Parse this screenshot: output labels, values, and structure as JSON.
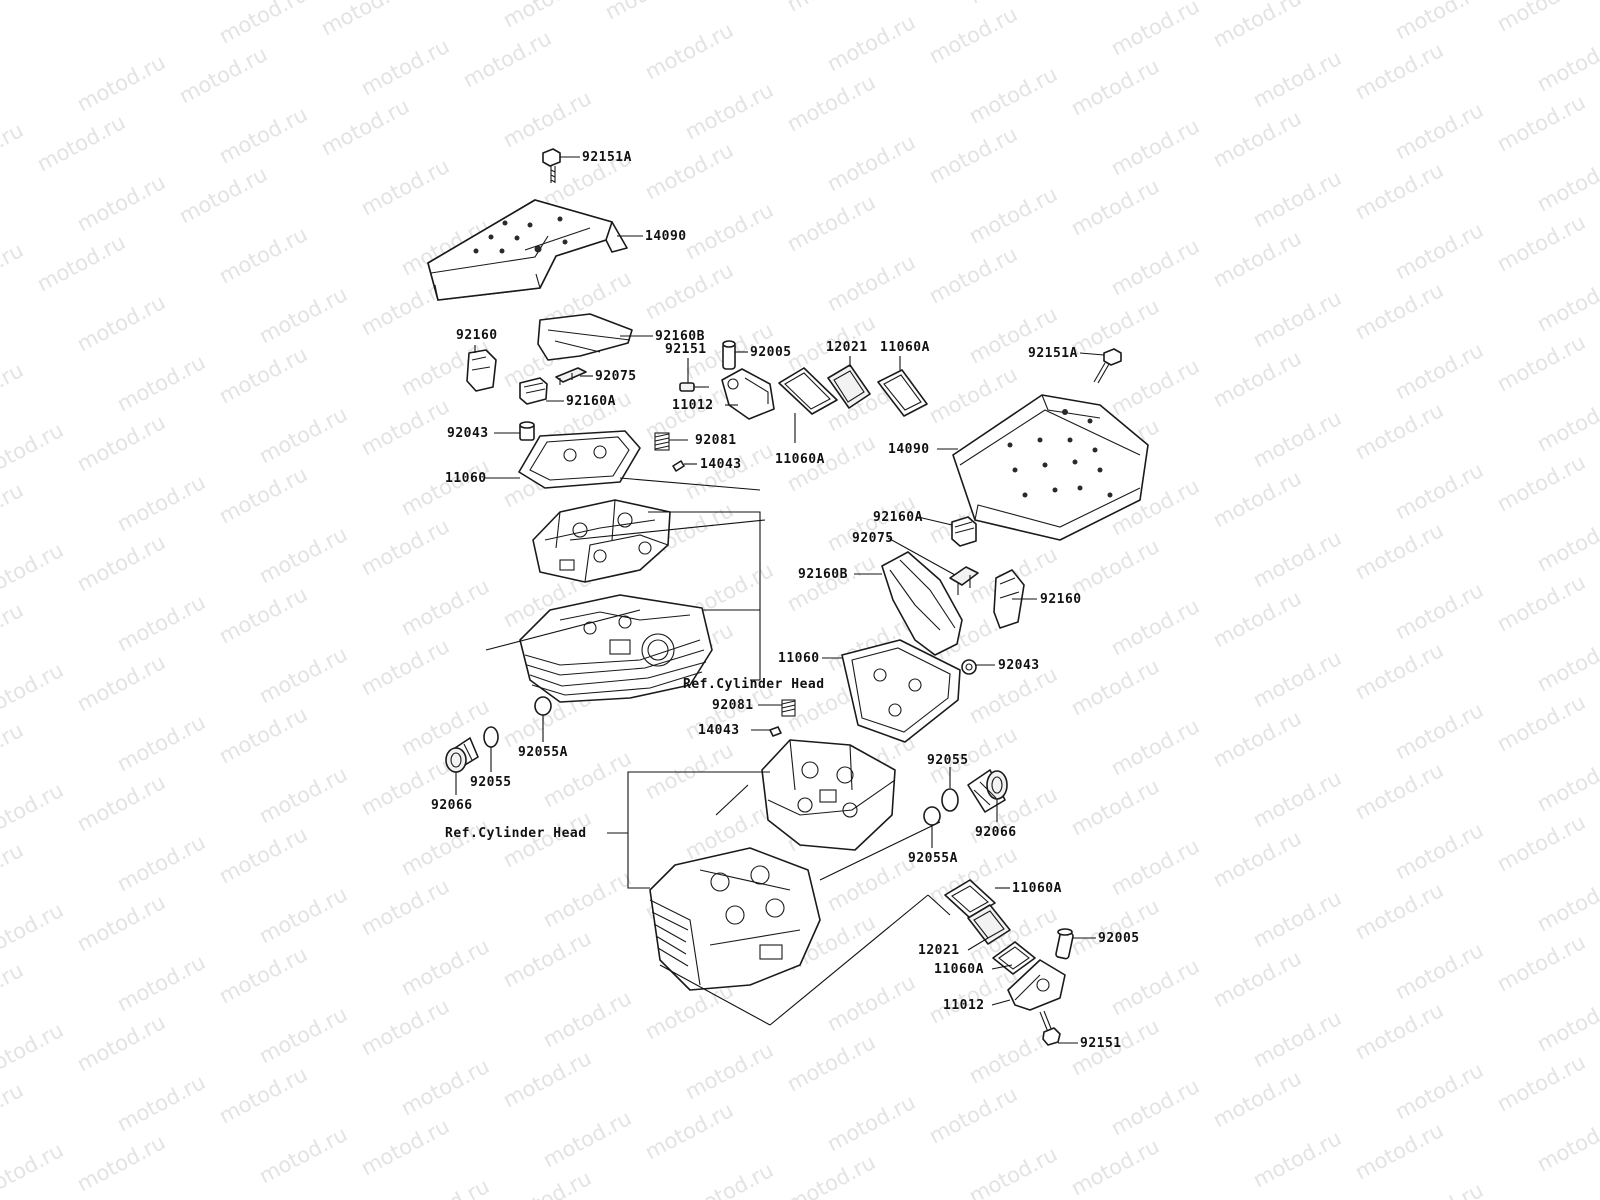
{
  "watermark": {
    "text": "motod.ru",
    "color": "#e3e3e3"
  },
  "references": {
    "cylinder_head_upper": "Ref.Cylinder Head",
    "cylinder_head_lower": "Ref.Cylinder Head"
  },
  "labels": {
    "p92151A_top": "92151A",
    "p14090_top": "14090",
    "p92160_left": "92160",
    "p92160B_left": "92160B",
    "p92151_left": "92151",
    "p92005_left": "92005",
    "p12021_left": "12021",
    "p11060A_left_top": "11060A",
    "p92075_left": "92075",
    "p92160A_left": "92160A",
    "p11012_left": "11012",
    "p92043_left": "92043",
    "p92081_left": "92081",
    "p11060A_left_bottom": "11060A",
    "p14043_left": "14043",
    "p11060_left": "11060",
    "p92151A_right": "92151A",
    "p14090_right": "14090",
    "p92160A_right": "92160A",
    "p92075_right": "92075",
    "p92160B_right": "92160B",
    "p92160_right": "92160",
    "p11060_right": "11060",
    "p92043_right": "92043",
    "p92081_right": "92081",
    "p14043_right": "14043",
    "p92055A_left": "92055A",
    "p92055_left": "92055",
    "p92066_left": "92066",
    "p92055_right": "92055",
    "p92066_right": "92066",
    "p92055A_right": "92055A",
    "p11060A_right_top": "11060A",
    "p92005_right": "92005",
    "p12021_right": "12021",
    "p11060A_right_bottom": "11060A",
    "p11012_right": "11012",
    "p92151_right": "92151"
  }
}
